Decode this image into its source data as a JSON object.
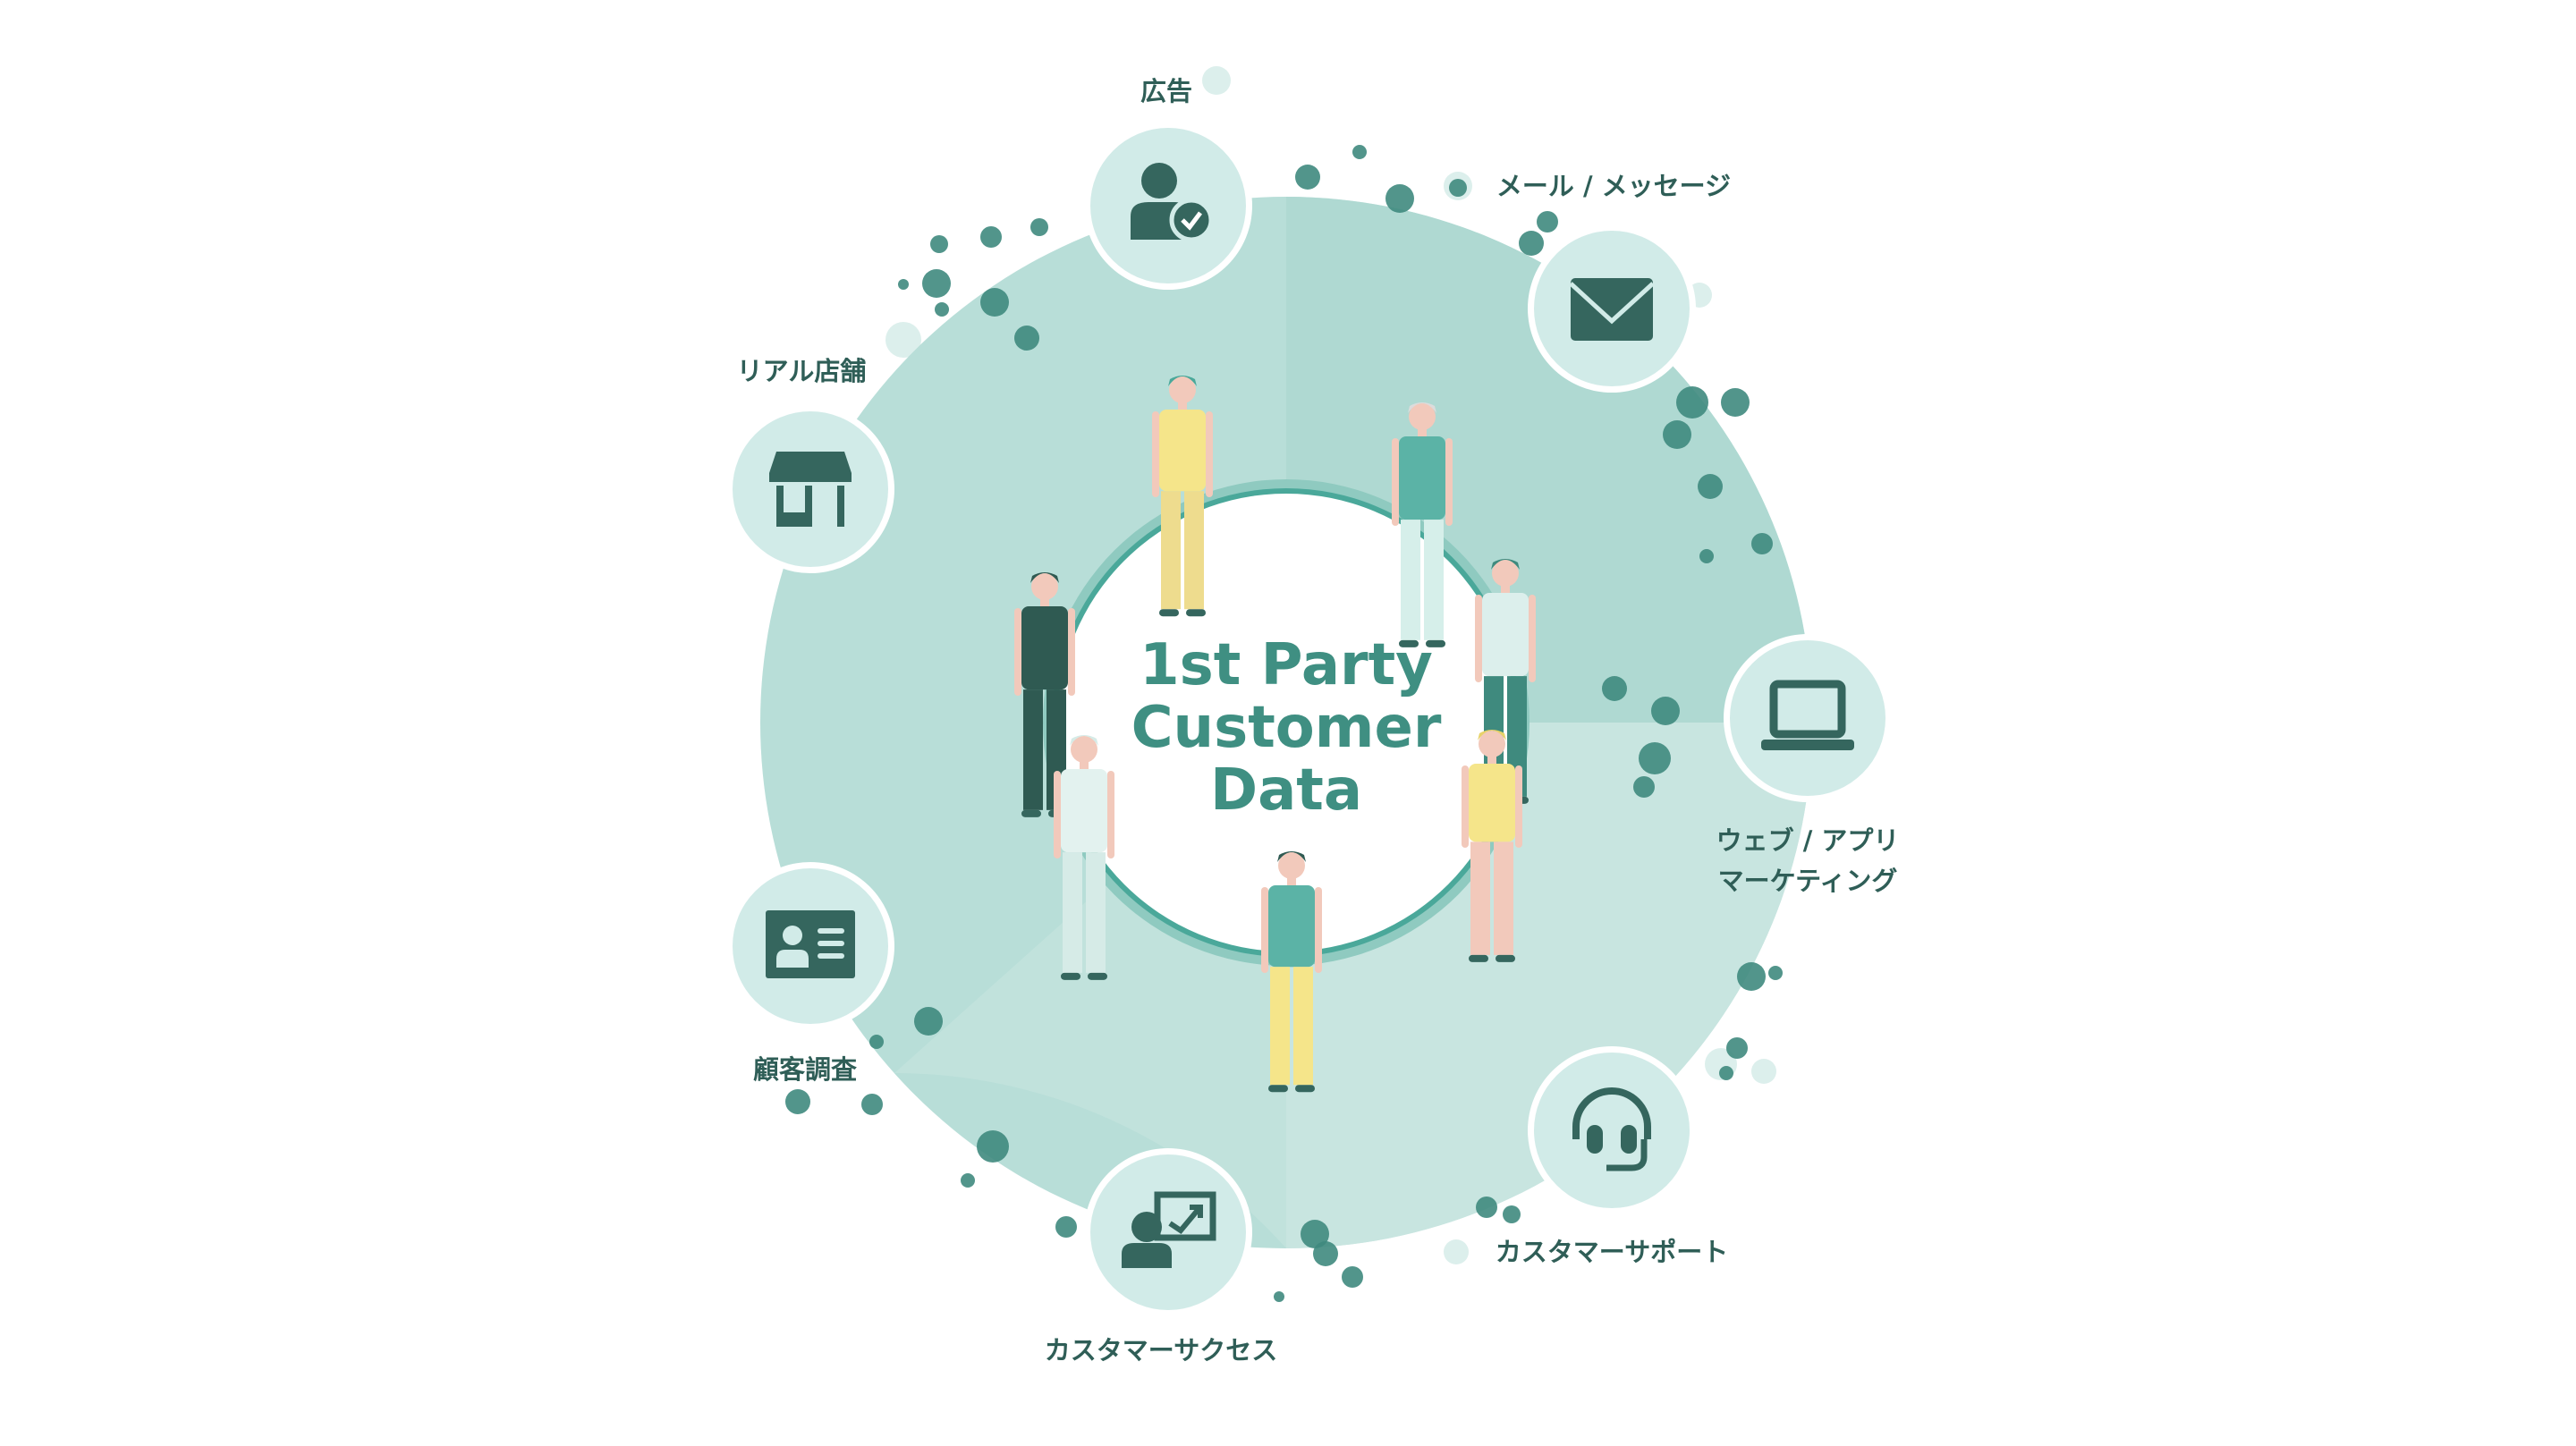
{
  "center": {
    "line1": "1st Party",
    "line2": "Customer",
    "line3": "Data"
  },
  "channels": [
    {
      "label": "広告",
      "icon": "user-check-icon"
    },
    {
      "label": "メール / メッセージ",
      "icon": "envelope-icon"
    },
    {
      "label_line1": "ウェブ / アプリ",
      "label_line2": "マーケティング",
      "icon": "laptop-icon"
    },
    {
      "label": "カスタマーサポート",
      "icon": "headset-icon"
    },
    {
      "label": "カスタマーサクセス",
      "icon": "presentation-growth-icon"
    },
    {
      "label": "顧客調査",
      "icon": "id-card-icon"
    },
    {
      "label": "リアル店舗",
      "icon": "store-icon"
    }
  ],
  "colors": {
    "ring": "#b5ddd7",
    "ring_dark": "#a9d6cf",
    "node": "#d1ebe8",
    "icon": "#35665e",
    "text": "#2f5e57",
    "dot": "#3f8a7e",
    "accent": "#4aa89a"
  }
}
